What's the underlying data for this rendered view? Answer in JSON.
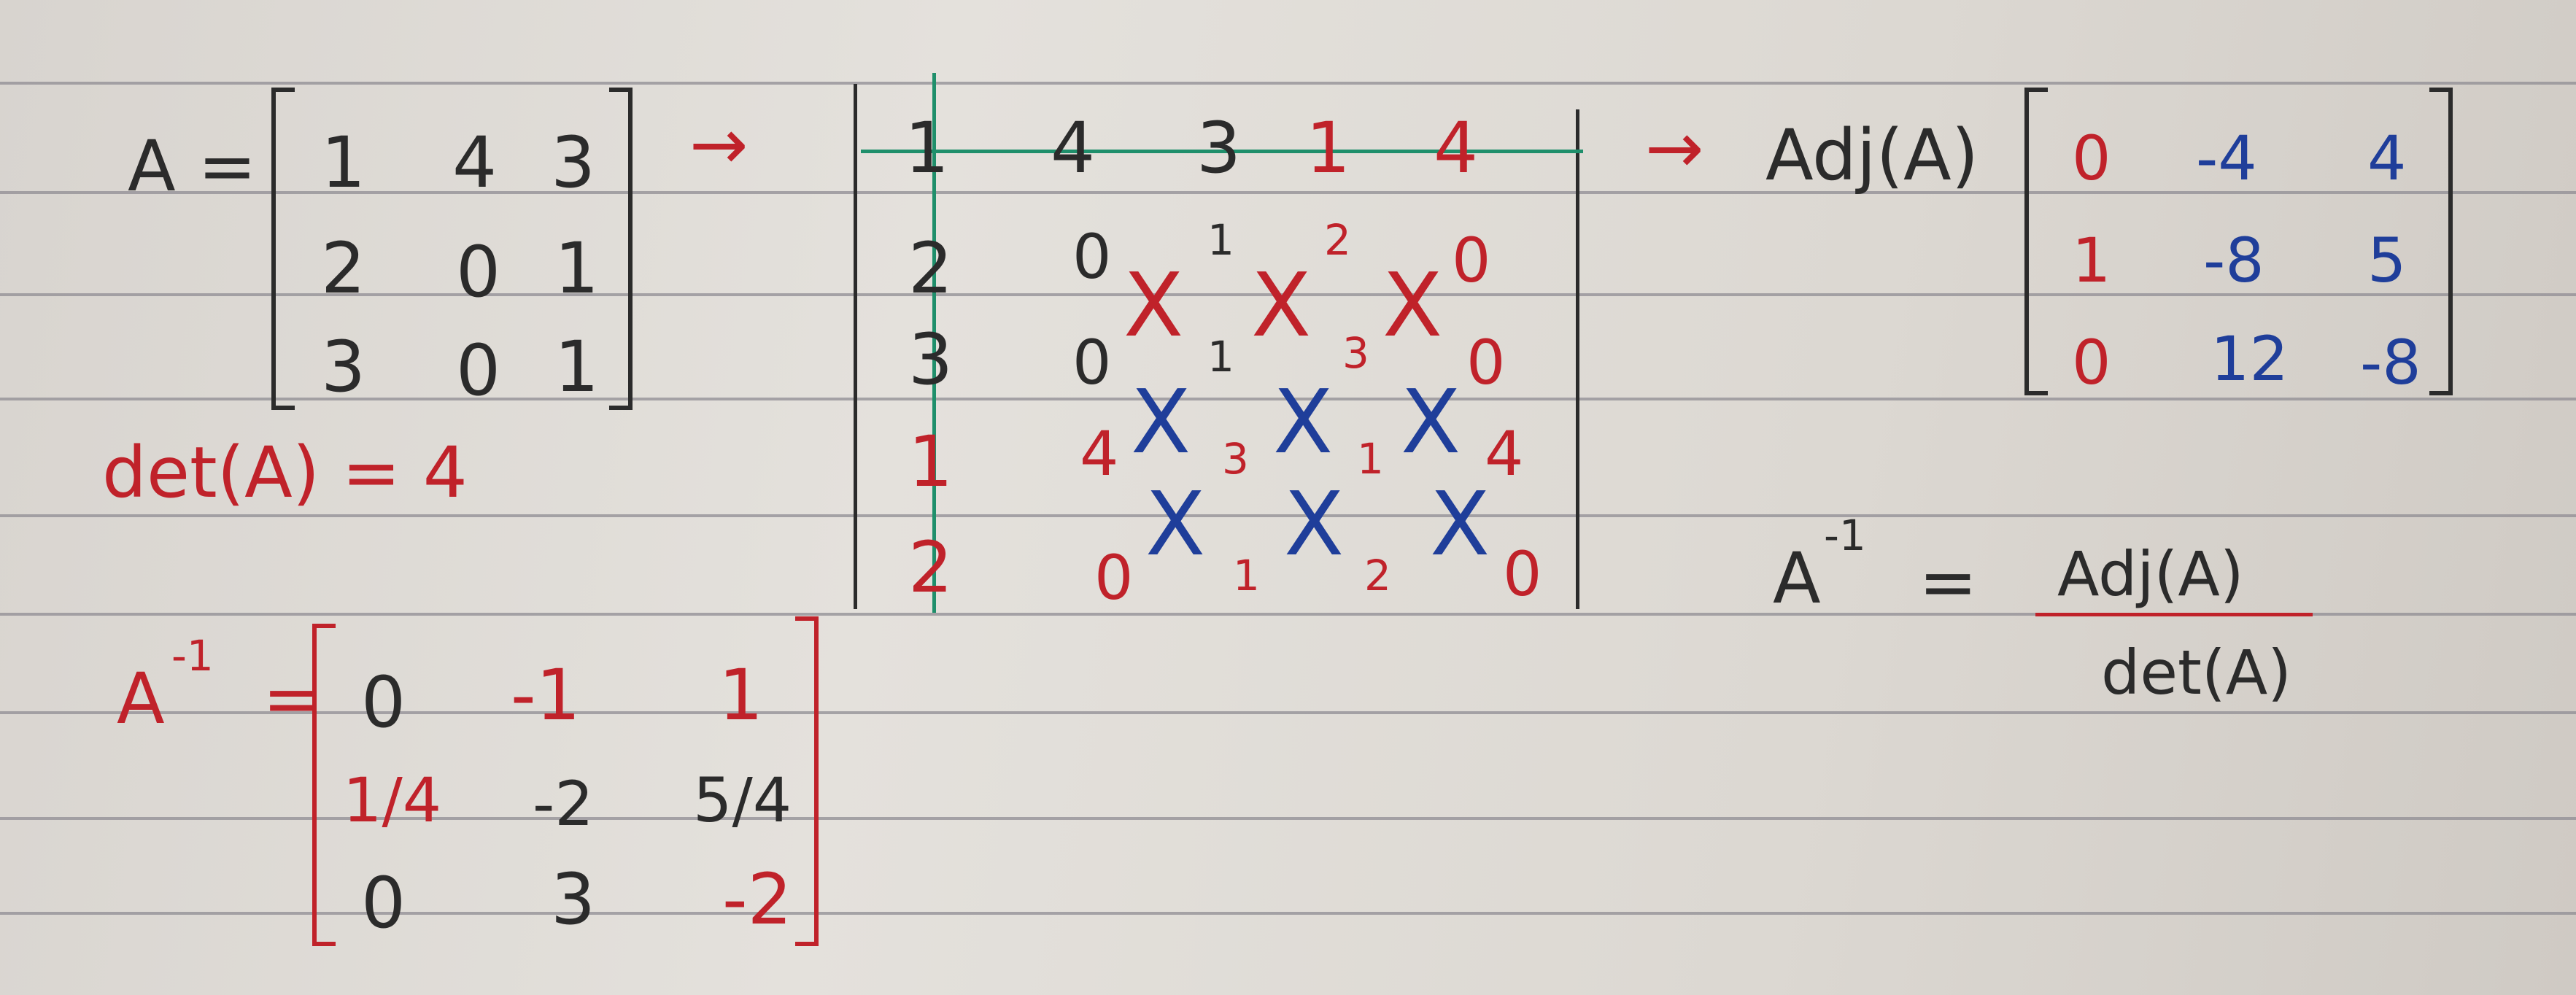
{
  "matrix_A": {
    "label": "A =",
    "rows": [
      [
        "1",
        "4",
        "3"
      ],
      [
        "2",
        "0",
        "1"
      ],
      [
        "3",
        "0",
        "1"
      ]
    ]
  },
  "determinant": {
    "text": "det(A) = 4"
  },
  "arrow": "→",
  "cofactor_grid": {
    "header": [
      "1",
      "4",
      "3",
      "1",
      "4"
    ],
    "left_col": [
      "2",
      "3",
      "1",
      "2"
    ],
    "row1": [
      "0",
      "1",
      "2",
      "0"
    ],
    "row2": [
      "0",
      "1",
      "3",
      "0"
    ],
    "row3": [
      "4",
      "3",
      "1",
      "4"
    ],
    "row4": [
      "0",
      "1",
      "2",
      "0"
    ],
    "cross": "X"
  },
  "adjoint": {
    "label": "Adj(A)",
    "rows": [
      [
        "0",
        "-4",
        "4"
      ],
      [
        "1",
        "-8",
        "5"
      ],
      [
        "0",
        "12",
        "-8"
      ]
    ]
  },
  "formula": {
    "lhs": "A",
    "exp": "-1",
    "eq": "=",
    "num": "Adj(A)",
    "den": "det(A)"
  },
  "inverse": {
    "label": "A",
    "exp": "-1",
    "eq": "=",
    "rows": [
      [
        "0",
        "-1",
        "1"
      ],
      [
        "1/4",
        "-2",
        "5/4"
      ],
      [
        "0",
        "3",
        "-2"
      ]
    ]
  },
  "colors": {
    "ink": "#2b2b2b",
    "red": "#c0222a",
    "blue": "#1f3e9a",
    "green": "#1f8f6b",
    "rule": "#8f8c93"
  }
}
